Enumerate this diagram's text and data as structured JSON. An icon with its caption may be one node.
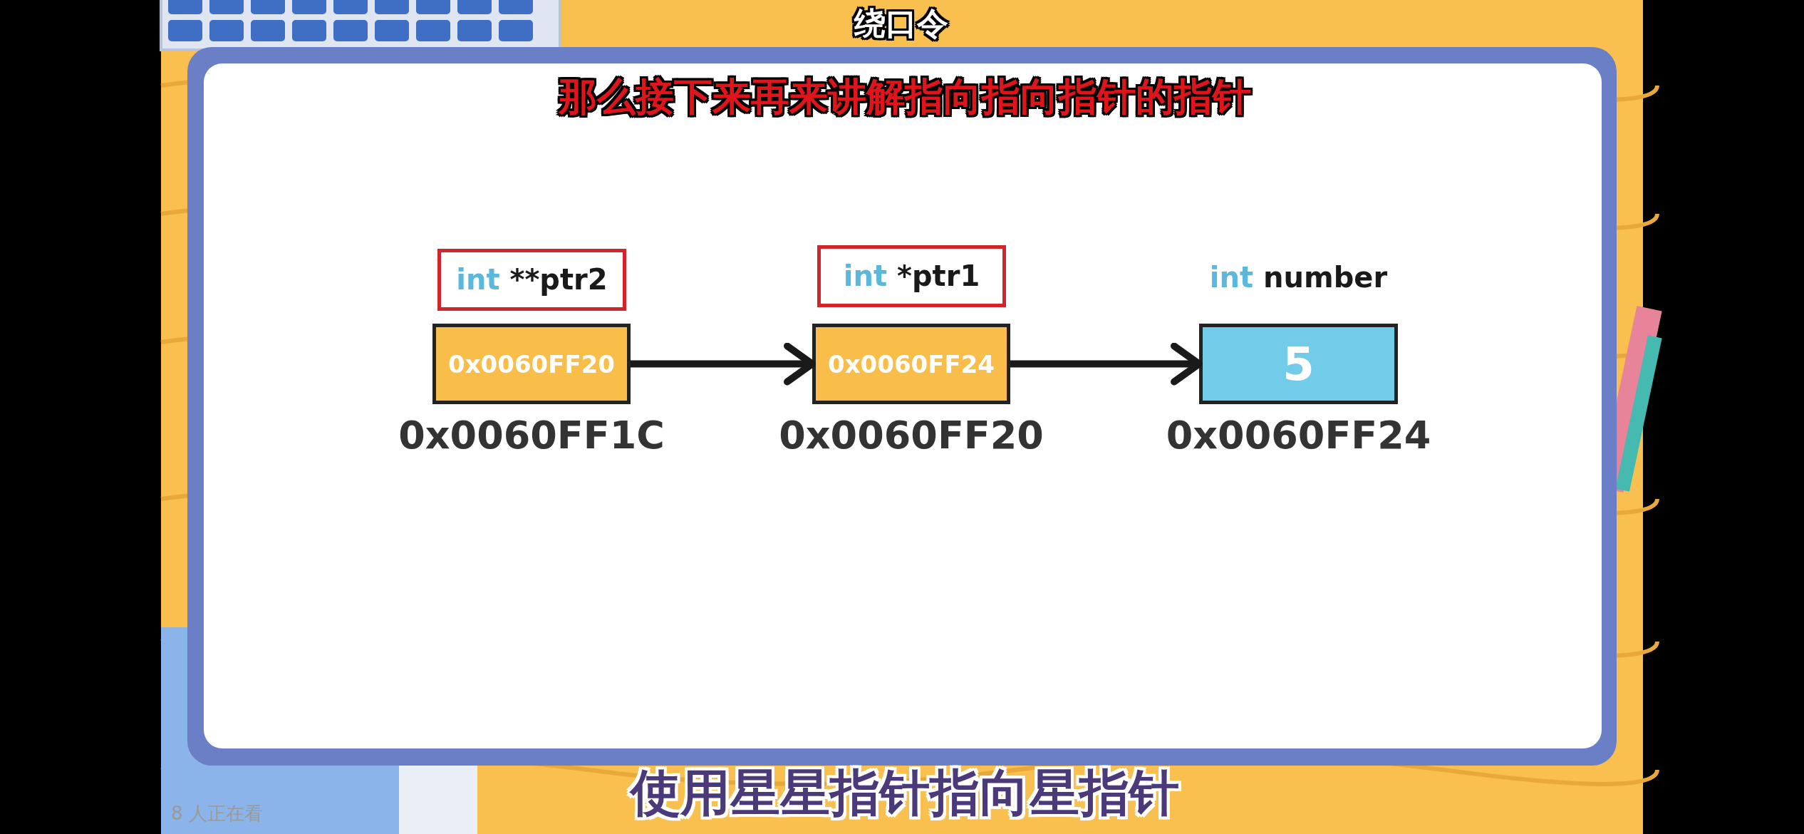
{
  "diagram": {
    "title": "绕口令",
    "nodes": [
      {
        "text": [
          "0x0060FF20"
        ],
        "beside": [
          "int **ptr2",
          "0x0060FF1C"
        ]
      },
      {
        "text": [
          "0x0060FF24"
        ],
        "beside": [
          "int *ptr1",
          "0x0060FF20"
        ]
      },
      {
        "text": [
          "5"
        ],
        "beside": [
          "int number",
          "0x0060FF24"
        ]
      }
    ],
    "edges": [
      {
        "from": 0,
        "to": 1,
        "arrow": "to"
      },
      {
        "from": 1,
        "to": 2,
        "arrow": "to"
      }
    ],
    "labels": [
      "那么接下来再来讲解指向指向指针的指针",
      "使用星星指针指向星指针",
      "8 人正在看"
    ]
  }
}
